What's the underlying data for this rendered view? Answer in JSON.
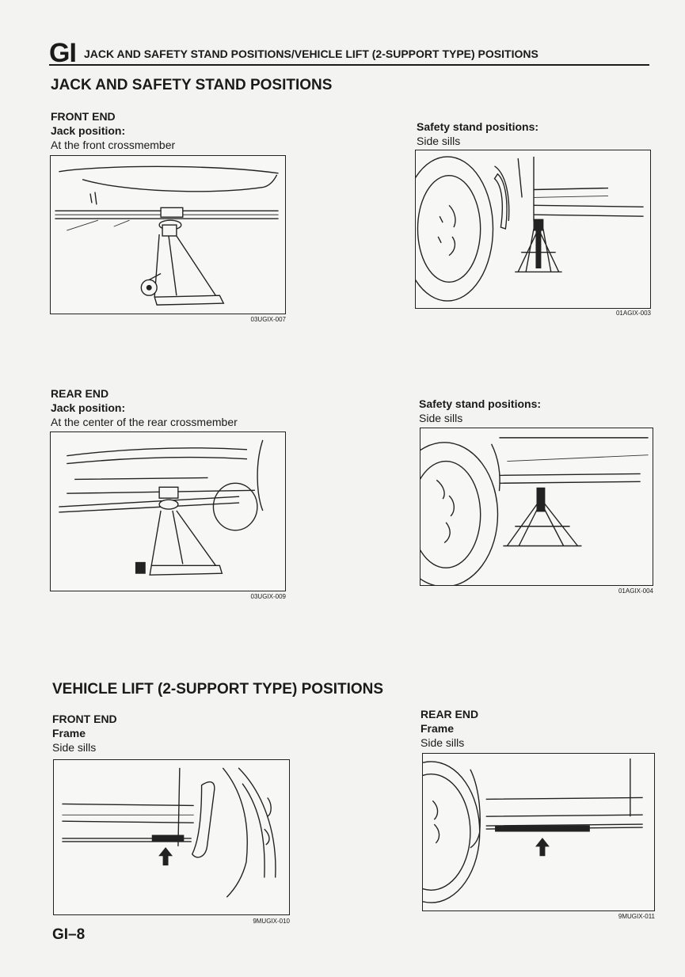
{
  "header": {
    "section_code": "GI",
    "title": "JACK AND SAFETY STAND POSITIONS/VEHICLE LIFT (2-SUPPORT TYPE) POSITIONS"
  },
  "jack_section": {
    "title": "JACK AND SAFETY STAND POSITIONS",
    "front_end": {
      "heading": "FRONT END",
      "jack_label": "Jack position:",
      "jack_text": "At the front crossmember",
      "jack_fig_code": "03UGIX-007",
      "stand_label": "Safety stand positions:",
      "stand_text": "Side sills",
      "stand_fig_code": "01AGIX-003"
    },
    "rear_end": {
      "heading": "REAR END",
      "jack_label": "Jack position:",
      "jack_text": "At the center of the rear crossmember",
      "jack_fig_code": "03UGIX-009",
      "stand_label": "Safety stand positions:",
      "stand_text": "Side sills",
      "stand_fig_code": "01AGIX-004"
    }
  },
  "lift_section": {
    "title": "VEHICLE LIFT (2-SUPPORT TYPE) POSITIONS",
    "front_end": {
      "heading": "FRONT END",
      "label": "Frame",
      "text": "Side sills",
      "fig_code": "9MUGIX-010"
    },
    "rear_end": {
      "heading": "REAR END",
      "label": "Frame",
      "text": "Side sills",
      "fig_code": "9MUGIX-011"
    }
  },
  "footer": {
    "page_number": "GI–8"
  }
}
